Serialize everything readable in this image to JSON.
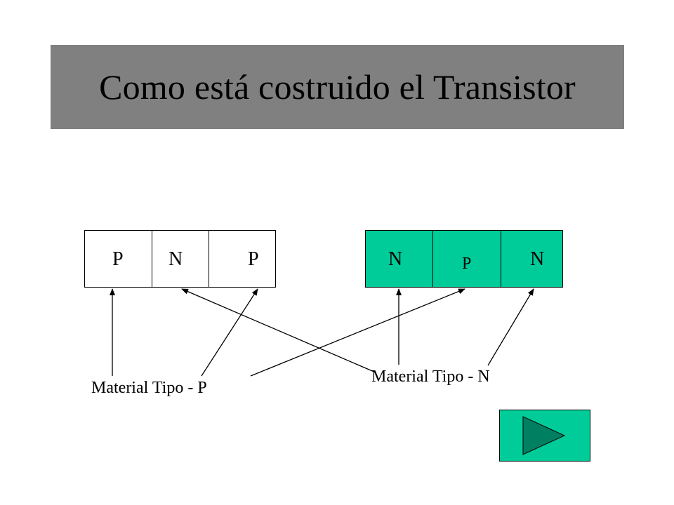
{
  "title": "Como está costruido el Transistor",
  "colors": {
    "title_background": "#808080",
    "n_type_fill": "#00CC99",
    "button_fill": "#00CC99",
    "play_icon_fill": "#008060"
  },
  "pnp": {
    "layer_1": "P",
    "layer_2": "N",
    "layer_3": "P"
  },
  "npn": {
    "layer_1": "N",
    "layer_2": "P",
    "layer_3": "N"
  },
  "labels": {
    "material_p": "Material Tipo - P",
    "material_n": "Material Tipo - N"
  },
  "nav": {
    "next_icon": "play-triangle-icon"
  }
}
